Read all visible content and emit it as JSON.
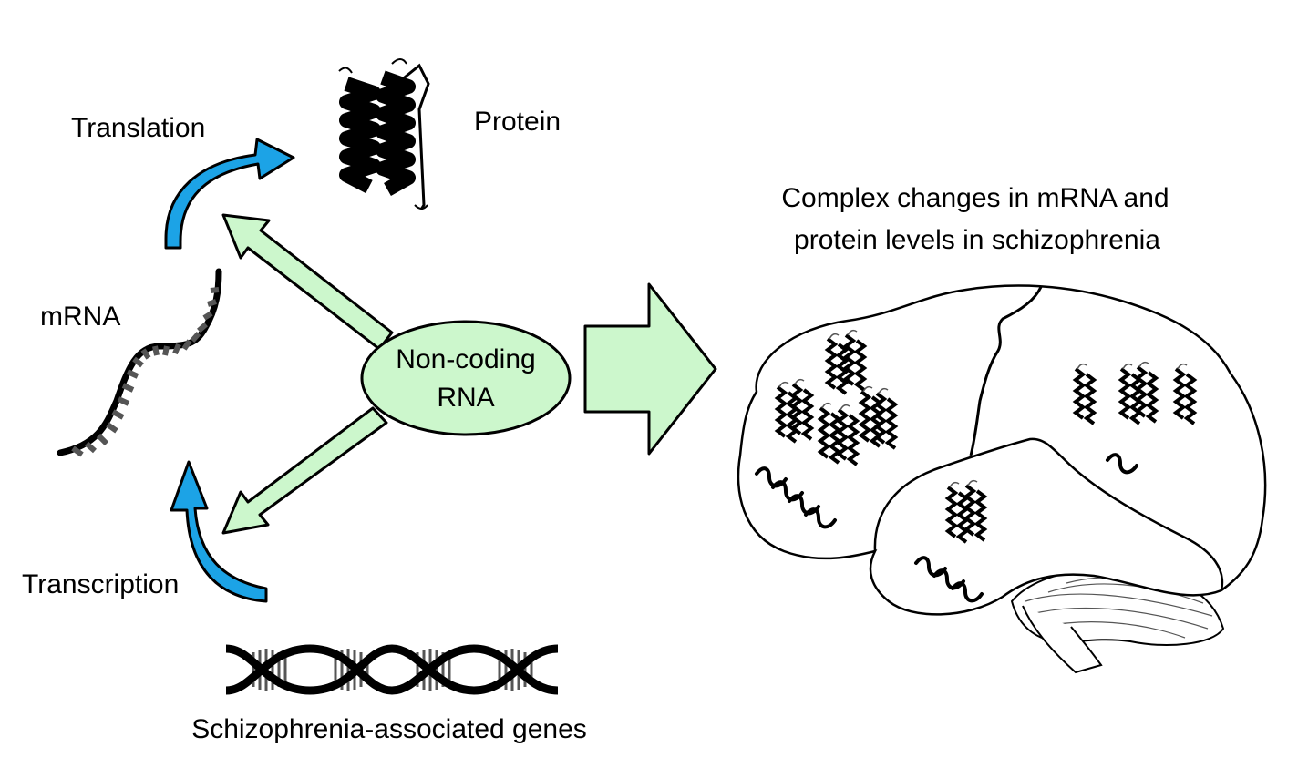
{
  "labels": {
    "translation": "Translation",
    "protein": "Protein",
    "mrna": "mRNA",
    "transcription": "Transcription",
    "noncoding_line1": "Non-coding",
    "noncoding_line2": "RNA",
    "genes": "Schizophrenia-associated genes",
    "changes_line1": "Complex changes in mRNA and",
    "changes_line2": "protein levels in schizophrenia"
  },
  "colors": {
    "process_arrow": "#1ca3e6",
    "ncrna_fill": "#ccf7cc",
    "ink": "#000000"
  },
  "icons": {
    "protein": "alpha-helix-protein-icon",
    "mrna": "single-strand-rna-icon",
    "dna": "double-helix-dna-icon",
    "brain": "brain-outline-icon"
  }
}
